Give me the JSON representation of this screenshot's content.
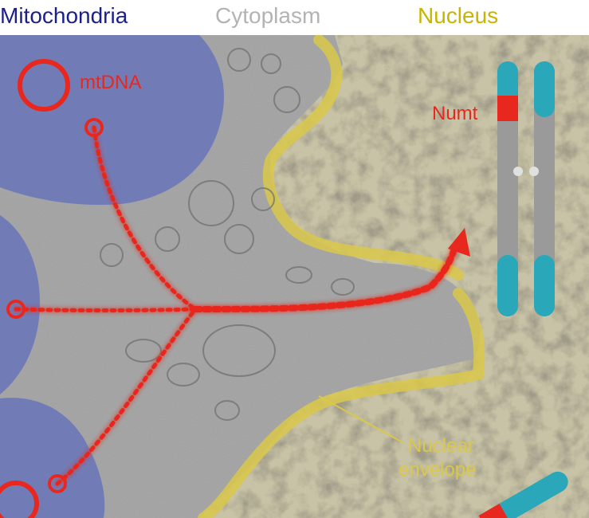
{
  "header": {
    "mitochondria": "Mitochondria",
    "cytoplasm": "Cytoplasm",
    "nucleus": "Nucleus"
  },
  "labels": {
    "mtdna": "mtDNA",
    "numt": "Numt",
    "nuclear_envelope_line1": "Nuclear",
    "nuclear_envelope_line2": "envelope"
  },
  "colors": {
    "mitochondria": "#1c1f8a",
    "cytoplasm": "#b3b3b3",
    "nucleus": "#c9b400",
    "mtdna": "#e8281e",
    "nuclear_envelope": "#d9c84a",
    "chromosome_teal": "#2aa7b8",
    "chromosome_grey": "#9a9a9a"
  }
}
